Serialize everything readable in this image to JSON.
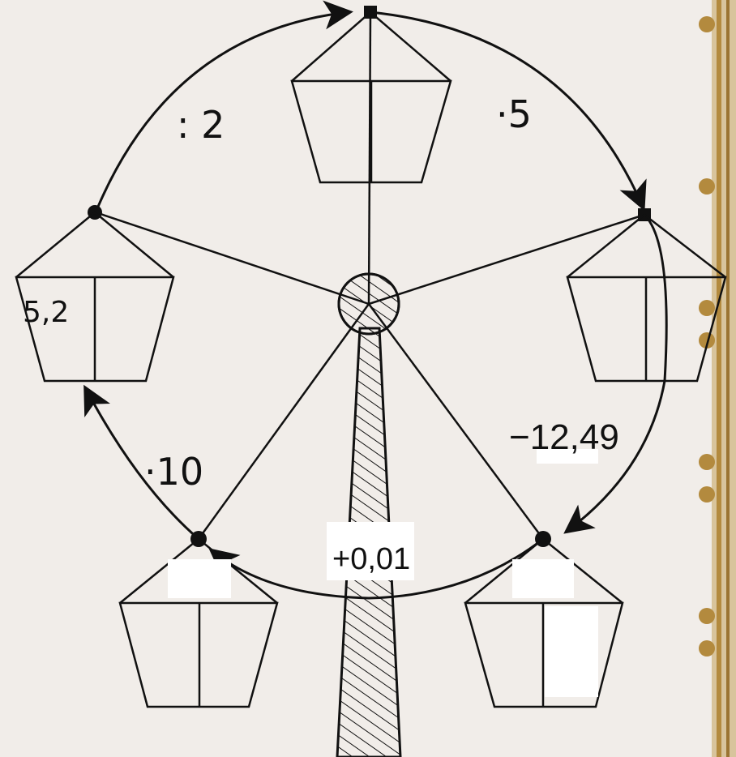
{
  "operations": {
    "divide": ": 2",
    "multiply_five": "·5",
    "subtract": "−12,49",
    "add": "+0,01",
    "multiply_ten": "·10"
  },
  "cabins": {
    "left_value": "5,2",
    "top_value": "",
    "right_value": "",
    "bottom_right_value": "",
    "bottom_left_value": ""
  },
  "colors": {
    "background": "#f1ede9",
    "ink": "#111111",
    "border_gold": "#b38a3e"
  }
}
